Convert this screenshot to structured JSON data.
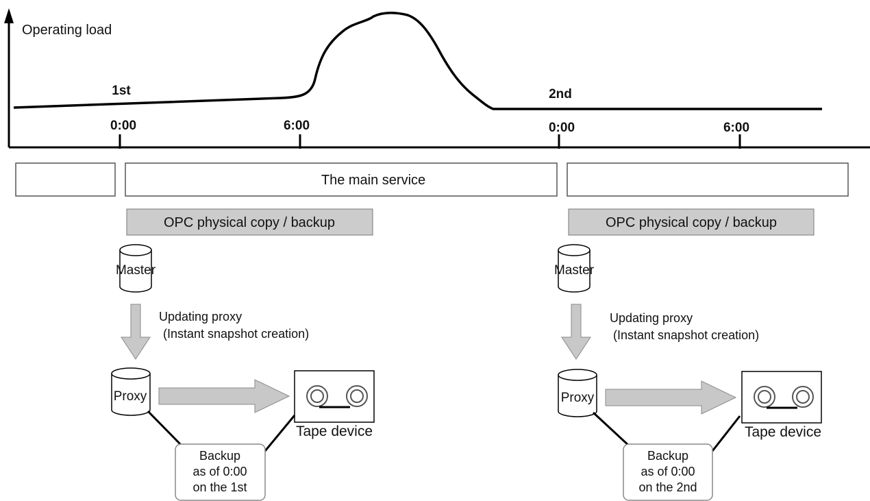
{
  "axis": {
    "y_label": "Operating load"
  },
  "timeline": {
    "ticks": [
      "0:00",
      "6:00",
      "0:00",
      "6:00"
    ],
    "day_labels": [
      "1st",
      "2nd"
    ]
  },
  "service_bands": {
    "main_label": "The main service"
  },
  "backup_sections": [
    {
      "opc_label": "OPC physical copy / backup",
      "master_label": "Master",
      "proxy_label": "Proxy",
      "update_note_line1": "Updating proxy",
      "update_note_line2": "(Instant snapshot creation)",
      "tape_label": "Tape device",
      "backup_box": [
        "Backup",
        "as of 0:00",
        "on the 1st"
      ]
    },
    {
      "opc_label": "OPC physical copy / backup",
      "master_label": "Master",
      "proxy_label": "Proxy",
      "update_note_line1": "Updating proxy",
      "update_note_line2": "(Instant snapshot creation)",
      "tape_label": "Tape device",
      "backup_box": [
        "Backup",
        "as of 0:00",
        "on the 2nd"
      ]
    }
  ],
  "colors": {
    "line": "#000000",
    "opc_fill": "#cccccc",
    "arrow_fill": "#c8c8c8",
    "arrow_stroke": "#8a8a8a",
    "band_stroke": "#555555"
  }
}
